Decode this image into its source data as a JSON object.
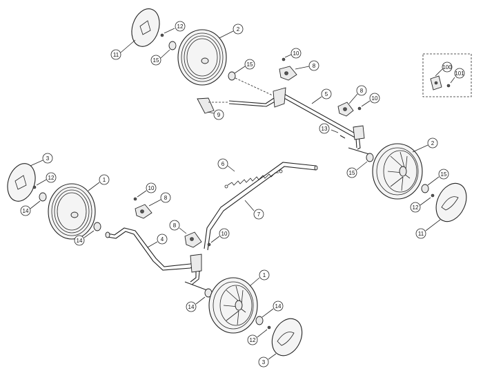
{
  "callouts": {
    "c11a": "11",
    "c12a": "12",
    "c15a": "15",
    "c2a": "2",
    "c15b": "15",
    "c10a": "10",
    "c8a": "8",
    "c5": "5",
    "c8b": "8",
    "c10b": "10",
    "c9": "9",
    "c13": "13",
    "c2b": "2",
    "c15c": "15",
    "c15d": "15",
    "c12b": "12",
    "c11b": "11",
    "c3a": "3",
    "c12c": "12",
    "c14a": "14",
    "c1a": "1",
    "c14b": "14",
    "c10c": "10",
    "c8c": "8",
    "c6": "6",
    "c7": "7",
    "c8d": "8",
    "c10d": "10",
    "c4": "4",
    "c1b": "1",
    "c14c": "14",
    "c14d": "14",
    "c12d": "12",
    "c3b": "3",
    "c100": "100",
    "c101": "101"
  },
  "colors": {
    "line": "#222222",
    "fill": "#f4f4f4",
    "background": "#ffffff"
  }
}
